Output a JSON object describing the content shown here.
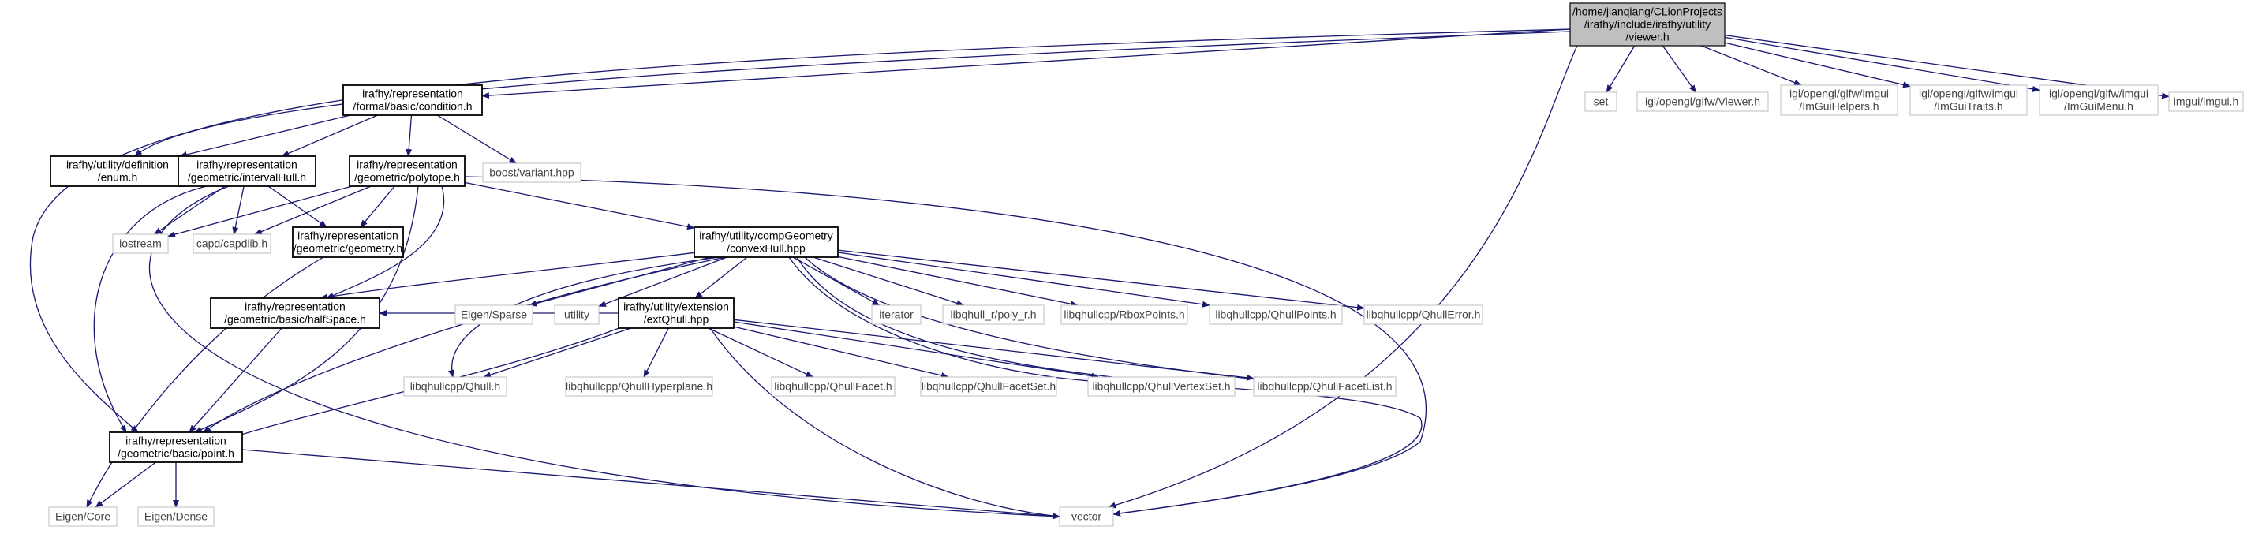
{
  "diagram": {
    "type": "include-dependency-graph",
    "colors": {
      "edge": "#191970",
      "focus_fill": "#bfbfbf",
      "local_border": "#000000",
      "external_border": "#bfbfbf",
      "background": "#ffffff"
    },
    "nodes": [
      {
        "id": "viewer",
        "kind": "focus",
        "lines": [
          "/home/jianqiang/CLionProjects",
          "/irafhy/include/irafhy/utility",
          "/viewer.h"
        ]
      },
      {
        "id": "condition",
        "kind": "local",
        "lines": [
          "irafhy/representation",
          "/formal/basic/condition.h"
        ]
      },
      {
        "id": "enum",
        "kind": "local",
        "lines": [
          "irafhy/utility/definition",
          "/enum.h"
        ]
      },
      {
        "id": "point",
        "kind": "local",
        "lines": [
          "irafhy/representation",
          "/geometric/basic/point.h"
        ]
      },
      {
        "id": "vector",
        "kind": "external",
        "lines": [
          "vector"
        ]
      },
      {
        "id": "set",
        "kind": "external",
        "lines": [
          "set"
        ]
      },
      {
        "id": "viewer_igl",
        "kind": "external",
        "lines": [
          "igl/opengl/glfw/Viewer.h"
        ]
      },
      {
        "id": "imguihelpers",
        "kind": "external",
        "lines": [
          "igl/opengl/glfw/imgui",
          "/ImGuiHelpers.h"
        ]
      },
      {
        "id": "imguitraits",
        "kind": "external",
        "lines": [
          "igl/opengl/glfw/imgui",
          "/ImGuiTraits.h"
        ]
      },
      {
        "id": "imguimenu",
        "kind": "external",
        "lines": [
          "igl/opengl/glfw/imgui",
          "/ImGuiMenu.h"
        ]
      },
      {
        "id": "imgui",
        "kind": "external",
        "lines": [
          "imgui/imgui.h"
        ]
      },
      {
        "id": "intervalhull",
        "kind": "local",
        "lines": [
          "irafhy/representation",
          "/geometric/intervalHull.h"
        ]
      },
      {
        "id": "polytope",
        "kind": "local",
        "lines": [
          "irafhy/representation",
          "/geometric/polytope.h"
        ]
      },
      {
        "id": "boostvariant",
        "kind": "external",
        "lines": [
          "boost/variant.hpp"
        ]
      },
      {
        "id": "iostream",
        "kind": "external",
        "lines": [
          "iostream"
        ]
      },
      {
        "id": "capdlib",
        "kind": "external",
        "lines": [
          "capd/capdlib.h"
        ]
      },
      {
        "id": "geometry",
        "kind": "local",
        "lines": [
          "irafhy/representation",
          "/geometric/geometry.h"
        ]
      },
      {
        "id": "convexhull",
        "kind": "local",
        "lines": [
          "irafhy/utility/compGeometry",
          "/convexHull.hpp"
        ]
      },
      {
        "id": "halfspace",
        "kind": "local",
        "lines": [
          "irafhy/representation",
          "/geometric/basic/halfSpace.h"
        ]
      },
      {
        "id": "eigensparse",
        "kind": "external",
        "lines": [
          "Eigen/Sparse"
        ]
      },
      {
        "id": "utility",
        "kind": "external",
        "lines": [
          "utility"
        ]
      },
      {
        "id": "extqhull",
        "kind": "local",
        "lines": [
          "irafhy/utility/extension",
          "/extQhull.hpp"
        ]
      },
      {
        "id": "iterator",
        "kind": "external",
        "lines": [
          "iterator"
        ]
      },
      {
        "id": "polyr",
        "kind": "external",
        "lines": [
          "libqhull_r/poly_r.h"
        ]
      },
      {
        "id": "rboxpoints",
        "kind": "external",
        "lines": [
          "libqhullcpp/RboxPoints.h"
        ]
      },
      {
        "id": "qhullpoints",
        "kind": "external",
        "lines": [
          "libqhullcpp/QhullPoints.h"
        ]
      },
      {
        "id": "qhullerror",
        "kind": "external",
        "lines": [
          "libqhullcpp/QhullError.h"
        ]
      },
      {
        "id": "qhull",
        "kind": "external",
        "lines": [
          "libqhullcpp/Qhull.h"
        ]
      },
      {
        "id": "qhullhyperplane",
        "kind": "external",
        "lines": [
          "libqhullcpp/QhullHyperplane.h"
        ]
      },
      {
        "id": "qhullfacet",
        "kind": "external",
        "lines": [
          "libqhullcpp/QhullFacet.h"
        ]
      },
      {
        "id": "qhullfacetset",
        "kind": "external",
        "lines": [
          "libqhullcpp/QhullFacetSet.h"
        ]
      },
      {
        "id": "qhullvertexset",
        "kind": "external",
        "lines": [
          "libqhullcpp/QhullVertexSet.h"
        ]
      },
      {
        "id": "qhullfacetlist",
        "kind": "external",
        "lines": [
          "libqhullcpp/QhullFacetList.h"
        ]
      },
      {
        "id": "eigencore",
        "kind": "external",
        "lines": [
          "Eigen/Core"
        ]
      },
      {
        "id": "eigendense",
        "kind": "external",
        "lines": [
          "Eigen/Dense"
        ]
      }
    ],
    "edges": [
      {
        "from": "viewer",
        "to": "condition"
      },
      {
        "from": "viewer",
        "to": "enum"
      },
      {
        "from": "viewer",
        "to": "point"
      },
      {
        "from": "viewer",
        "to": "vector"
      },
      {
        "from": "viewer",
        "to": "set"
      },
      {
        "from": "viewer",
        "to": "viewer_igl"
      },
      {
        "from": "viewer",
        "to": "imguihelpers"
      },
      {
        "from": "viewer",
        "to": "imguitraits"
      },
      {
        "from": "viewer",
        "to": "imguimenu"
      },
      {
        "from": "viewer",
        "to": "imgui"
      },
      {
        "from": "condition",
        "to": "enum"
      },
      {
        "from": "condition",
        "to": "intervalhull"
      },
      {
        "from": "condition",
        "to": "polytope"
      },
      {
        "from": "condition",
        "to": "boostvariant"
      },
      {
        "from": "intervalhull",
        "to": "iostream"
      },
      {
        "from": "intervalhull",
        "to": "capdlib"
      },
      {
        "from": "intervalhull",
        "to": "geometry"
      },
      {
        "from": "intervalhull",
        "to": "point"
      },
      {
        "from": "intervalhull",
        "to": "vector"
      },
      {
        "from": "polytope",
        "to": "iostream"
      },
      {
        "from": "polytope",
        "to": "capdlib"
      },
      {
        "from": "polytope",
        "to": "geometry"
      },
      {
        "from": "polytope",
        "to": "convexhull"
      },
      {
        "from": "polytope",
        "to": "halfspace"
      },
      {
        "from": "polytope",
        "to": "point"
      },
      {
        "from": "polytope",
        "to": "vector"
      },
      {
        "from": "geometry",
        "to": "eigencore"
      },
      {
        "from": "convexhull",
        "to": "eigensparse"
      },
      {
        "from": "convexhull",
        "to": "utility"
      },
      {
        "from": "convexhull",
        "to": "extqhull"
      },
      {
        "from": "convexhull",
        "to": "iterator"
      },
      {
        "from": "convexhull",
        "to": "polyr"
      },
      {
        "from": "convexhull",
        "to": "rboxpoints"
      },
      {
        "from": "convexhull",
        "to": "qhullpoints"
      },
      {
        "from": "convexhull",
        "to": "qhullerror"
      },
      {
        "from": "convexhull",
        "to": "halfspace"
      },
      {
        "from": "convexhull",
        "to": "point"
      },
      {
        "from": "convexhull",
        "to": "qhull"
      },
      {
        "from": "convexhull",
        "to": "qhullvertexset"
      },
      {
        "from": "convexhull",
        "to": "qhullfacetlist"
      },
      {
        "from": "convexhull",
        "to": "vector"
      },
      {
        "from": "extqhull",
        "to": "halfspace"
      },
      {
        "from": "extqhull",
        "to": "qhull"
      },
      {
        "from": "extqhull",
        "to": "qhullhyperplane"
      },
      {
        "from": "extqhull",
        "to": "qhullfacet"
      },
      {
        "from": "extqhull",
        "to": "qhullfacetset"
      },
      {
        "from": "extqhull",
        "to": "qhullvertexset"
      },
      {
        "from": "extqhull",
        "to": "qhullfacetlist"
      },
      {
        "from": "extqhull",
        "to": "point"
      },
      {
        "from": "extqhull",
        "to": "vector"
      },
      {
        "from": "halfspace",
        "to": "point"
      },
      {
        "from": "point",
        "to": "eigencore"
      },
      {
        "from": "point",
        "to": "eigendense"
      },
      {
        "from": "point",
        "to": "vector"
      }
    ]
  }
}
